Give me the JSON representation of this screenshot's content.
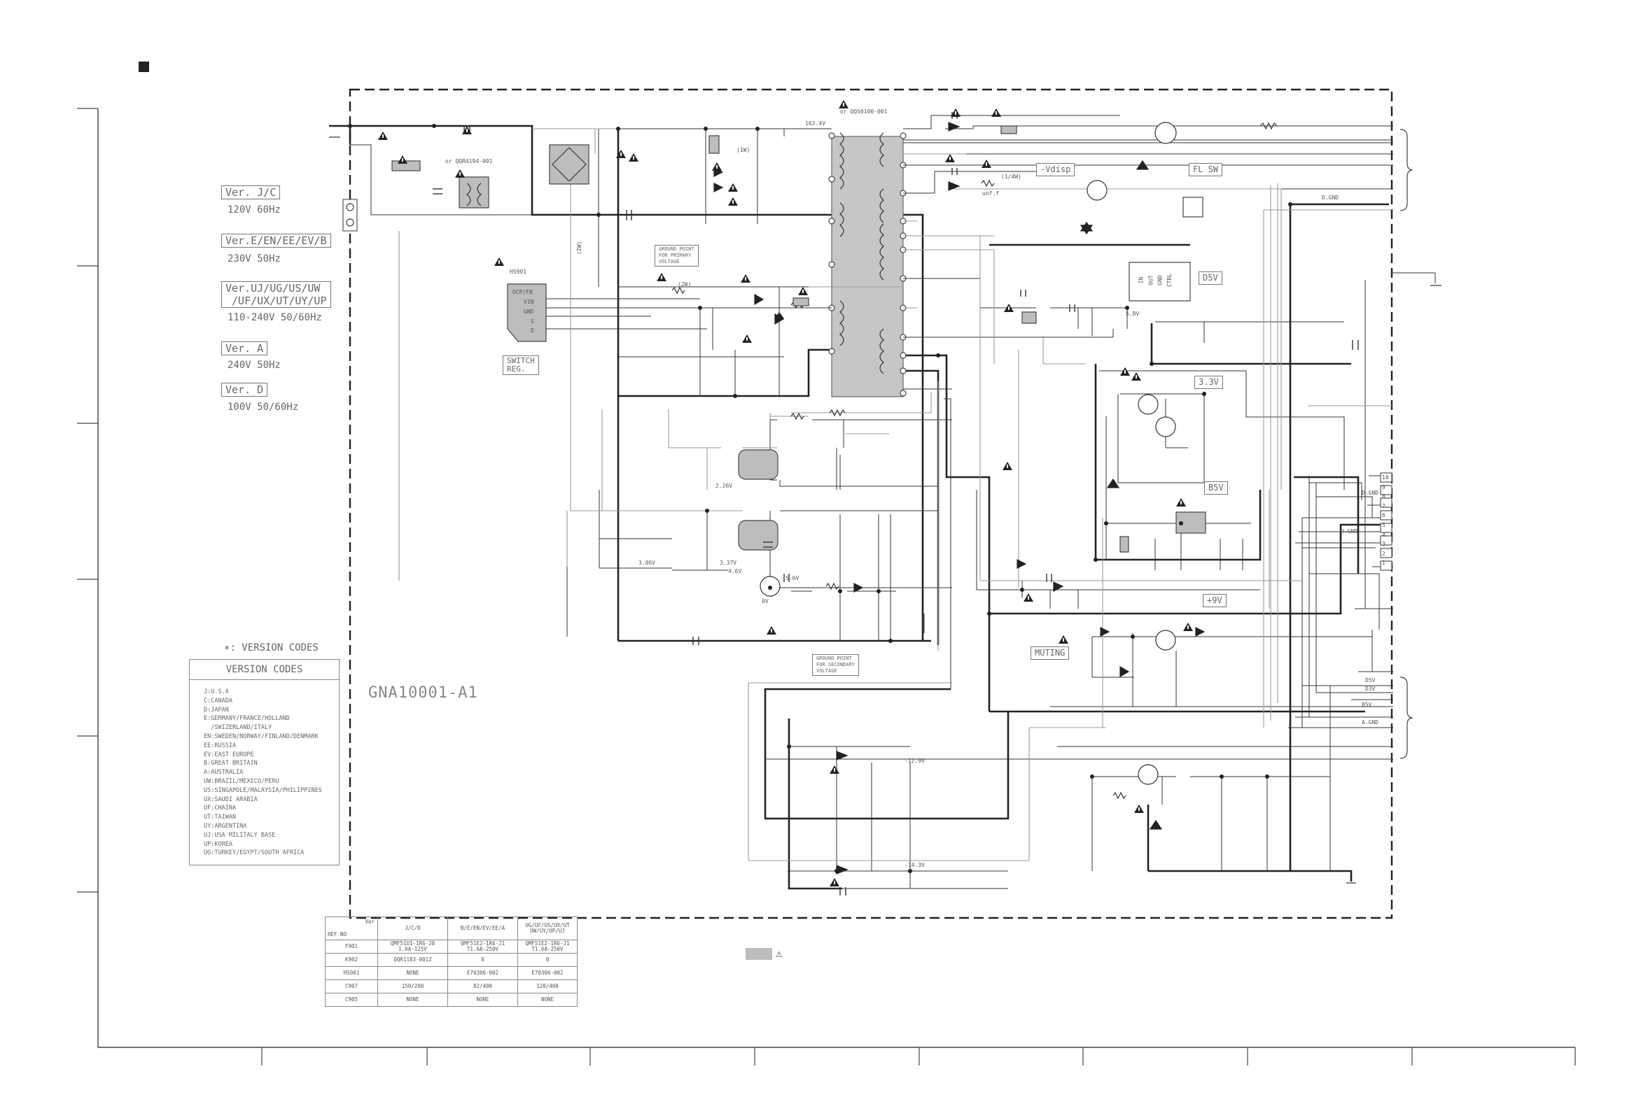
{
  "page": {
    "board_id": "GNA10001-A1",
    "version_codes_note": "∗: VERSION CODES",
    "version_codes_title": "VERSION CODES"
  },
  "versions": [
    {
      "label": "Ver. J/C",
      "spec": "120V  60Hz"
    },
    {
      "label": "Ver.E/EN/EE/EV/B",
      "spec": "230V   50Hz"
    },
    {
      "label": "Ver.UJ/UG/US/UW\n /UF/UX/UT/UY/UP",
      "spec": "110-240V  50/60Hz"
    },
    {
      "label": "Ver. A",
      "spec": "240V   50Hz"
    },
    {
      "label": "Ver. D",
      "spec": "100V   50/60Hz"
    }
  ],
  "version_codes": [
    "J:U.S.A",
    "C:CANADA",
    "D:JAPAN",
    "E:GERMANY/FRANCE/HOLLAND",
    "  /SWIZERLAND/ITALY",
    "EN:SWEDEN/NORWAY/FINLAND/DENMARK",
    "EE:RUSSIA",
    "EV:EAST EUROPE",
    "B:GREAT BRITAIN",
    "A:AUSTRALIA",
    "UW:BRAZIL/MEXICO/PERU",
    "US:SINGAPOLE/MALAYSIA/PHILIPPINES",
    "UX:SAUDI ARABIA",
    "UF:CHAINA",
    "UT:TAIWAN",
    "UY:ARGENTINA",
    "UJ:USA MILITALY BASE",
    "UP:KOREA",
    "UG:TURKEY/EGYPT/SOUTH AFRICA"
  ],
  "ref_table": {
    "corner_ver": "Ver",
    "corner_ref": "REF NO",
    "headers": [
      "J/C/D",
      "B/E/EN/EV/EE/A",
      "UG/UF/US/UX/UT\nUW/UY/UP/UJ"
    ],
    "rows": [
      {
        "ref": "F901",
        "cells": [
          "QMF51U1-1R6-J8\n1.6A-125V",
          "QMF51E2-1R6-J1\nT1.6A-250V",
          "QMF51E2-1R6-J1\nT1.6A-250V"
        ]
      },
      {
        "ref": "K902",
        "cells": [
          "QQR1183-001Z",
          "0",
          "0"
        ]
      },
      {
        "ref": "HS901",
        "cells": [
          "NONE",
          "E70306-002",
          "E70306-002"
        ]
      },
      {
        "ref": "C907",
        "cells": [
          "150/200",
          "82/400",
          "120/400"
        ]
      },
      {
        "ref": "C905",
        "cells": [
          "NONE",
          "NONE",
          "NONE"
        ]
      }
    ]
  },
  "labels": {
    "transformer": "or QQS0100-001",
    "transformer_pin_voltage": "163.4V",
    "filter_part": "or QQR4194-001",
    "hs901": "HS901",
    "ocp": "OCP/FB",
    "vin": "VIN",
    "gnd": "GND",
    "s": "S",
    "d": "D",
    "switch_reg": "SWITCH\nREG.",
    "ground_primary": "GROUND POINT\nFOR PRIMARY\nVOLTAGE",
    "ground_secondary": "GROUND POINT\nFOR SECONDARY\nVOLTAGE",
    "v_226": "2.26V",
    "v_306": "3.06V",
    "v_337": "3.37V",
    "v_46": "4.6V",
    "v_56": "5.6V",
    "v_0": "0V",
    "v_129": "-12.9V",
    "v_143": "-14.3V",
    "v_58": "5.8V",
    "vdisp": "-Vdisp",
    "fl_sw": "FL SW",
    "d5v_box": "D5V",
    "v33_box": "3.3V",
    "b5v_box": "B5V",
    "p9v_box": "+9V",
    "muting": "MUTING",
    "dgnd": "D.GND",
    "dgnd2": "D.GND",
    "dgnd3": "D.GND",
    "agnd": "A.GND",
    "d5v_out": "D5V",
    "d3v_out": "D3V",
    "b5v_out": "B5V",
    "in": "IN",
    "out": "OUT",
    "gnd_pin": "GND",
    "ctrl": "CTRL",
    "two_w": "(2W)",
    "one_w": "(1W)",
    "quarter_w": "(1/4W)",
    "unf": "unf.f",
    "cn_pins": [
      "10",
      "9",
      "8",
      "7",
      "6",
      "5",
      "4",
      "3",
      "2",
      "1"
    ]
  },
  "legend_note": "⚠",
  "colors": {
    "line": "#222222",
    "grey_line": "#9a9a9a",
    "part_fill": "#bdbdbd"
  }
}
